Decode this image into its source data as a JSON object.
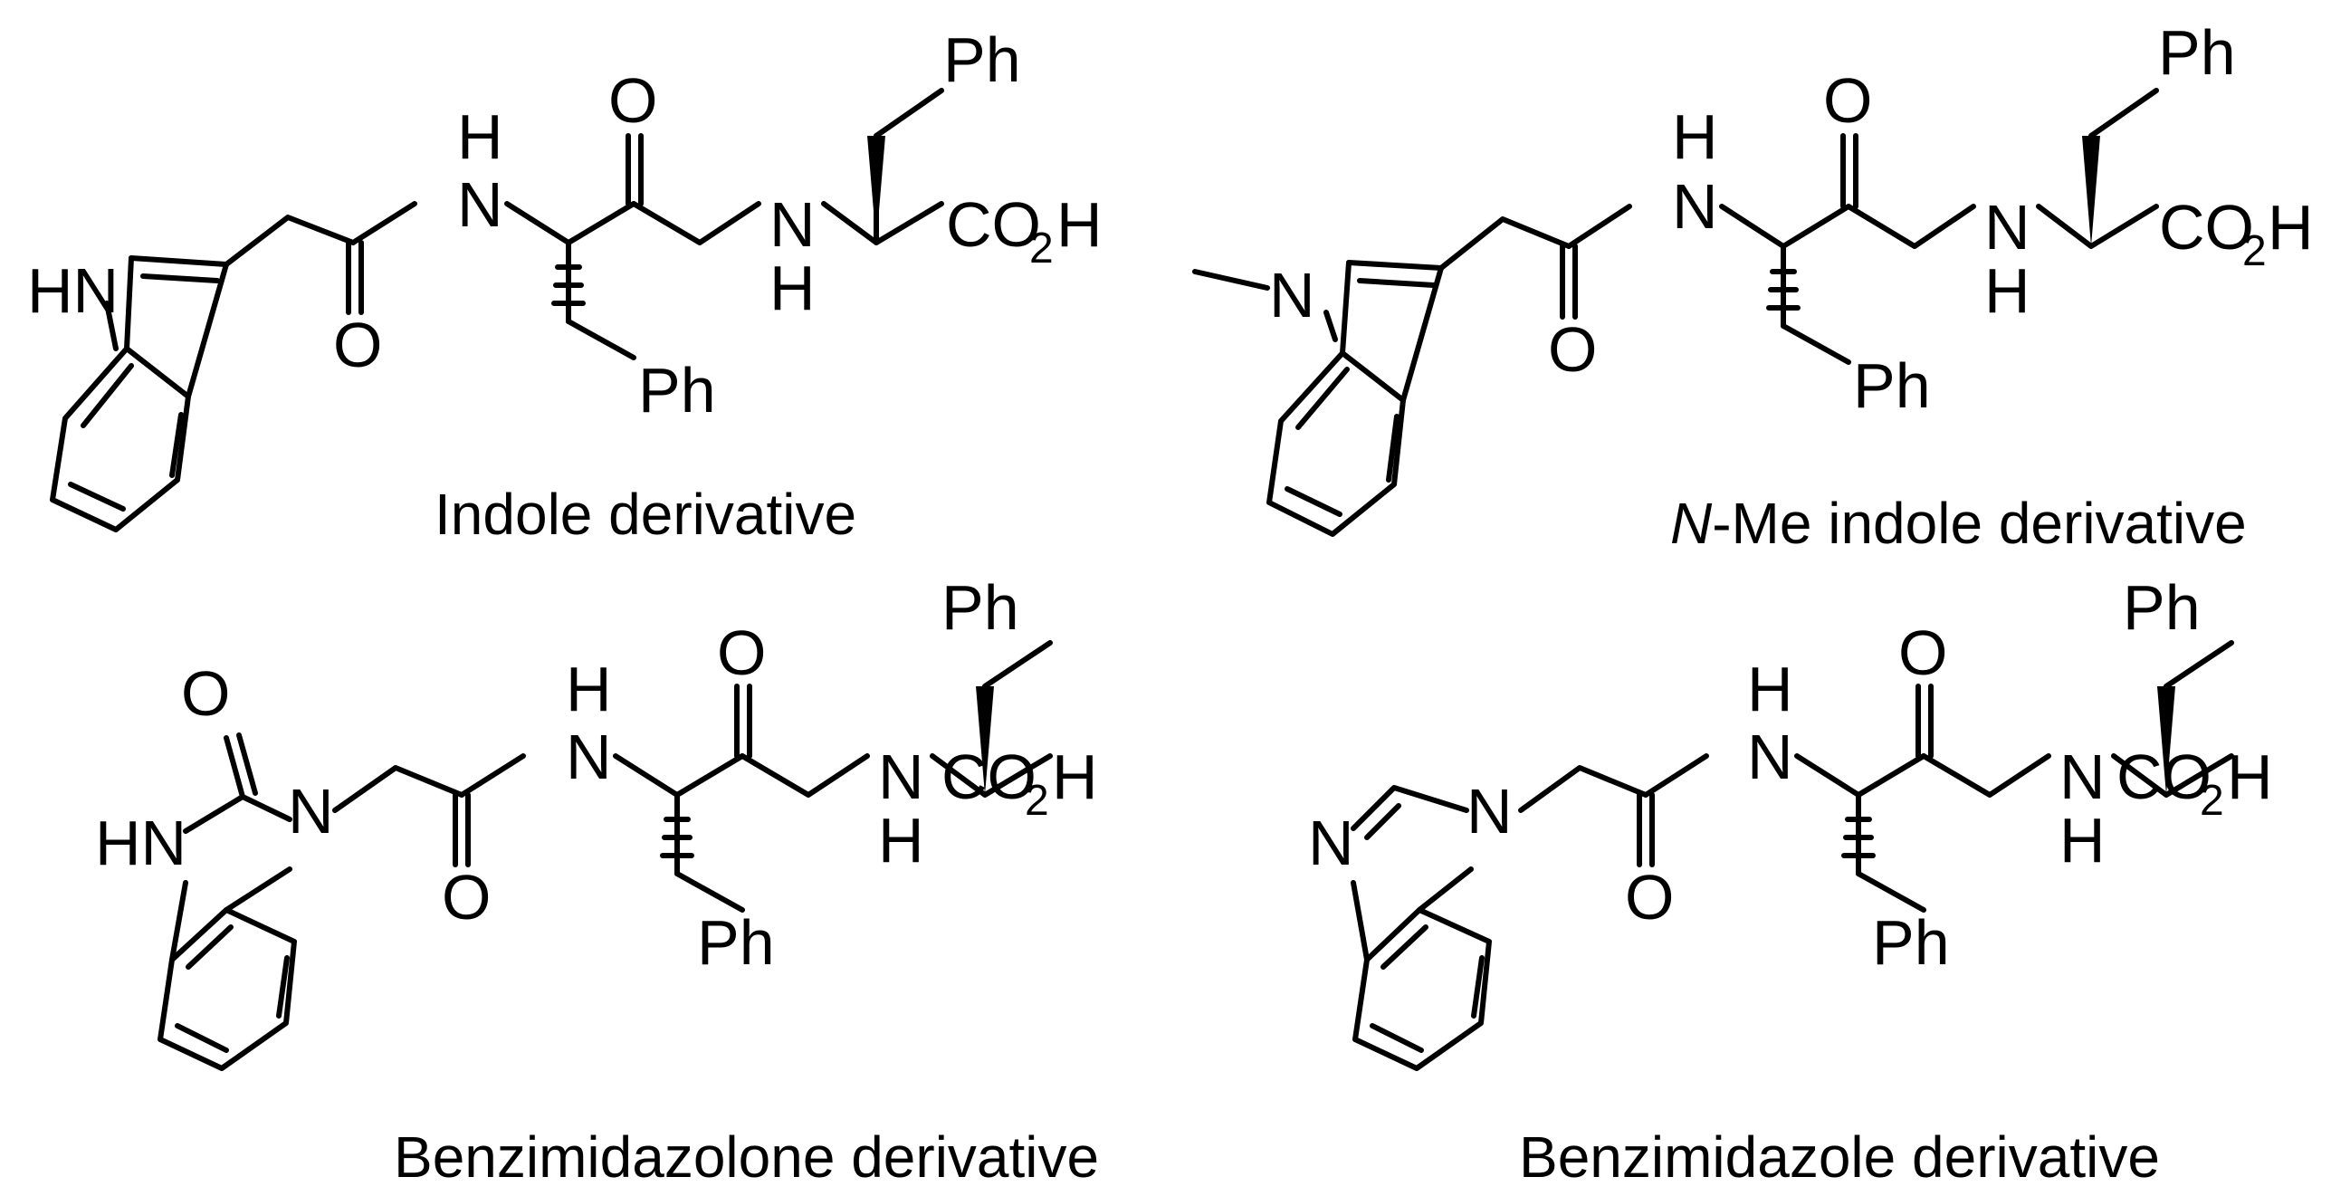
{
  "figure": {
    "indole": {
      "caption": "Indole derivative",
      "labels": {
        "hn": "HN",
        "nh_h": "H",
        "nh_n": "N",
        "o_top": "O",
        "o_amide": "O",
        "nh2_n": "N",
        "nh2_h": "H",
        "co": "CO",
        "co_sub": "2",
        "co_h": "H",
        "ph_top": "Ph",
        "ph_bot": "Ph"
      }
    },
    "nme_indole": {
      "caption_italic": "N",
      "caption_rest": "-Me indole derivative",
      "labels": {
        "n_ring": "N",
        "nh_h": "H",
        "nh_n": "N",
        "o_top": "O",
        "o_amide": "O",
        "nh2_n": "N",
        "nh2_h": "H",
        "co": "CO",
        "co_sub": "2",
        "co_h": "H",
        "ph_top": "Ph",
        "ph_bot": "Ph"
      }
    },
    "benzimidazolone": {
      "caption": "Benzimidazolone derivative",
      "labels": {
        "o_carbonyl": "O",
        "hn": "HN",
        "n_ring": "N",
        "nh_h": "H",
        "nh_n": "N",
        "o_top": "O",
        "o_amide": "O",
        "nh2_n": "N",
        "nh2_h": "H",
        "co": "CO",
        "co_sub": "2",
        "co_h": "H",
        "ph_top": "Ph",
        "ph_bot": "Ph"
      }
    },
    "benzimidazole": {
      "caption": "Benzimidazole derivative",
      "labels": {
        "n_left": "N",
        "n_ring": "N",
        "nh_h": "H",
        "nh_n": "N",
        "o_top": "O",
        "o_amide": "O",
        "nh2_n": "N",
        "nh2_h": "H",
        "co": "CO",
        "co_sub": "2",
        "co_h": "H",
        "ph_top": "Ph",
        "ph_bot": "Ph"
      }
    }
  }
}
